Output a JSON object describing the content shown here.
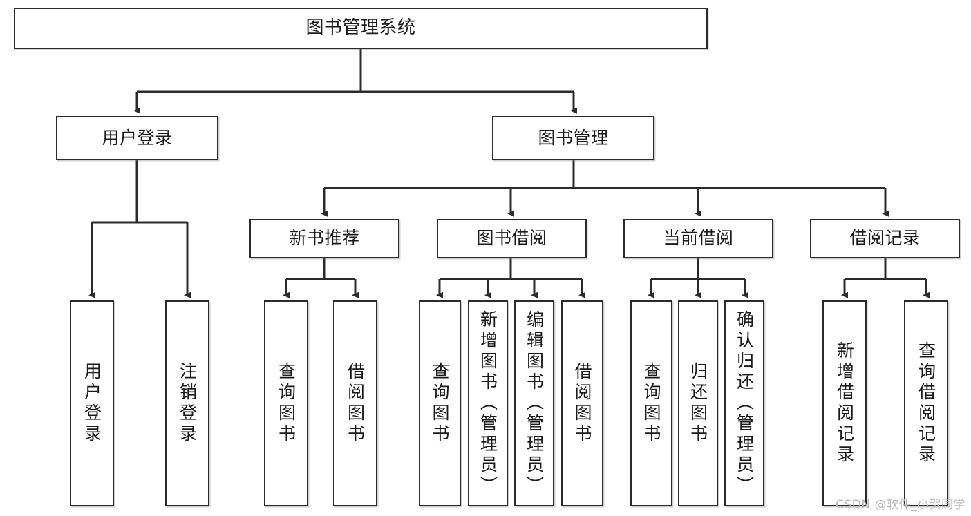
{
  "diagram": {
    "title": "图书管理系统",
    "type": "tree-hierarchy",
    "watermark": "CSDN @软件_小贺同学",
    "colors": {
      "stroke": "#2b2b2b",
      "fill": "#ffffff",
      "text": "#1a1a1a",
      "watermark": "#b9b9b9"
    },
    "root": {
      "label": "图书管理系统"
    },
    "level2": [
      {
        "label": "用户登录"
      },
      {
        "label": "图书管理"
      }
    ],
    "level3": [
      {
        "label": "新书推荐"
      },
      {
        "label": "图书借阅"
      },
      {
        "label": "当前借阅"
      },
      {
        "label": "借阅记录"
      }
    ],
    "leaves": {
      "user_login": [
        {
          "label": "用户登录"
        },
        {
          "label": "注销登录"
        }
      ],
      "new_book": [
        {
          "label": "查询图书"
        },
        {
          "label": "借阅图书"
        }
      ],
      "book_borrow": [
        {
          "label": "查询图书"
        },
        {
          "label": "新增图书（管理员）"
        },
        {
          "label": "编辑图书（管理员）"
        },
        {
          "label": "借阅图书"
        }
      ],
      "current_borrow": [
        {
          "label": "查询图书"
        },
        {
          "label": "归还图书"
        },
        {
          "label": "确认归还（管理员）"
        }
      ],
      "borrow_record": [
        {
          "label": "新增借阅记录"
        },
        {
          "label": "查询借阅记录"
        }
      ]
    }
  }
}
